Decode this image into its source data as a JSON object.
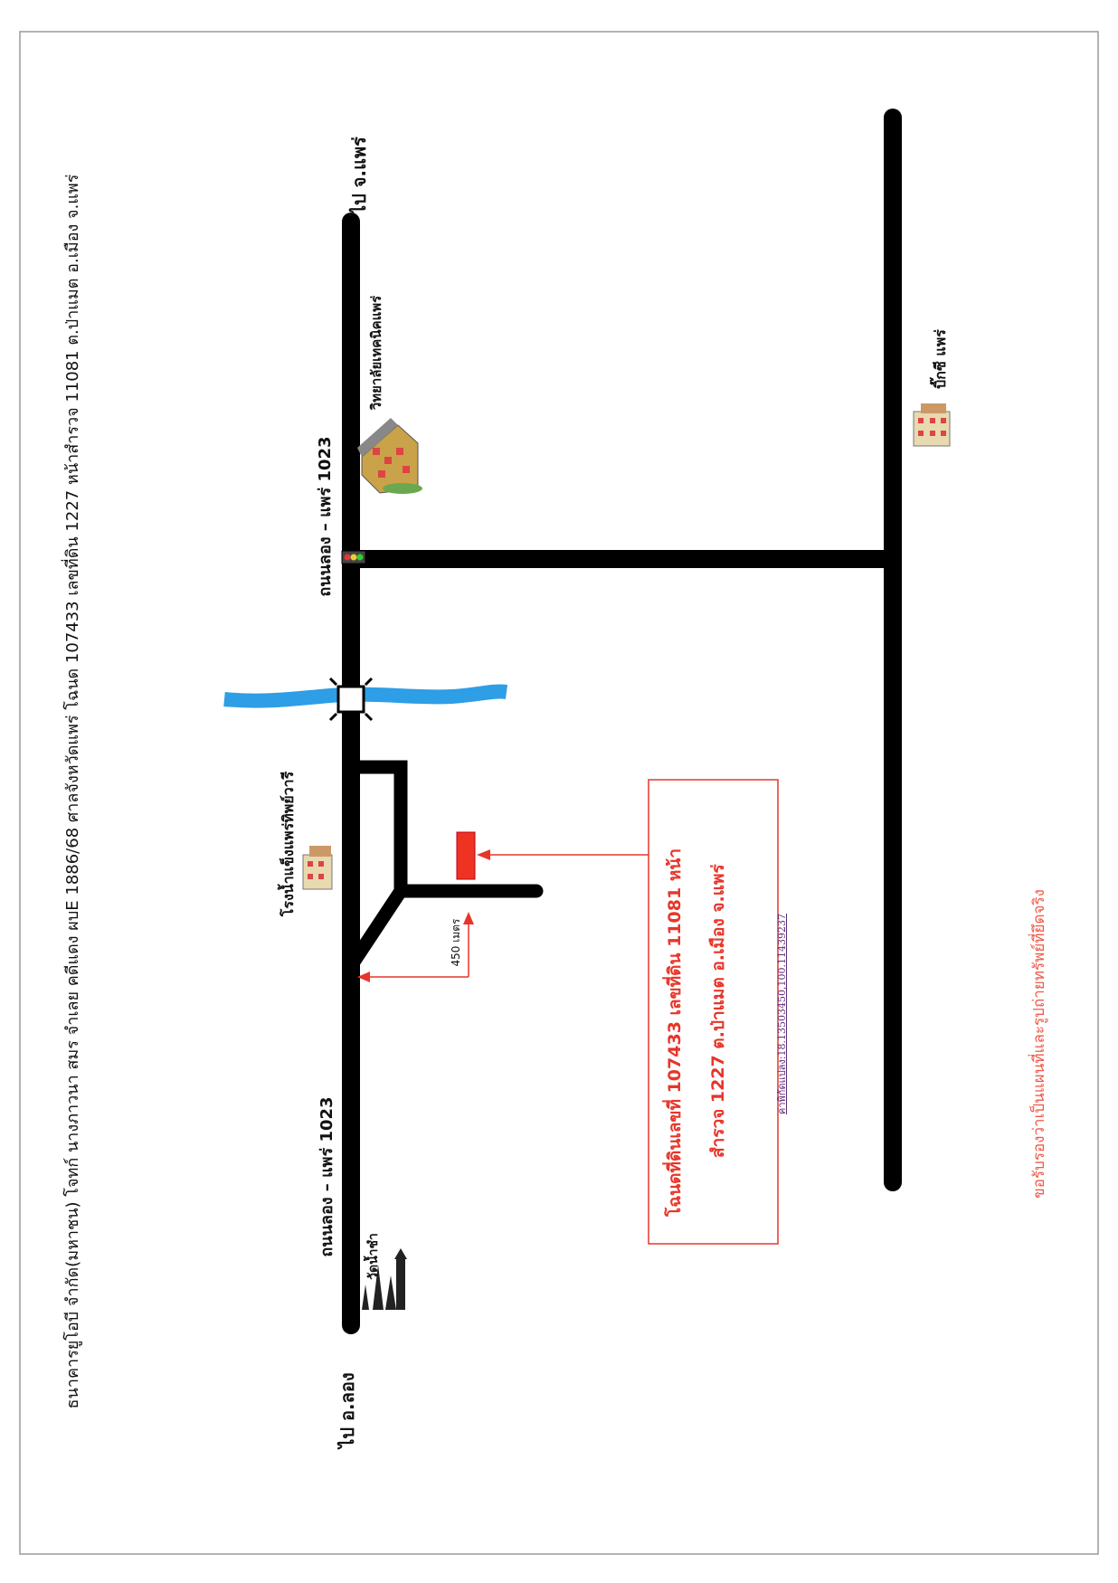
{
  "header": "ธนาคารยูโอบี จำกัด(มหาชน) โจทก์ นางภาวนา สมร จำเลย  คดีแดง ผบE 1886/68 ศาลจังหวัดแพร่  โฉนด 107433  เลขที่ดิน 1227  หน้าสำรวจ 11081 ต.ป่าแมต  อ.เมือง  จ.แพร่",
  "roads": {
    "to_phrae": "ไป จ.แพร่",
    "to_long": "ไป อ.ลอง",
    "main_road_upper": "ถนนลอง – แพร่ 1023",
    "main_road_lower": "ถนนลอง – แพร่ 1023"
  },
  "landmarks": {
    "college": "วิทยาลัยเทคนิคแพร่",
    "ice_factory": "โรงน้ำแข็งแพร่ทิพย์วารี",
    "bigc": "บิ๊กซี แพร่",
    "temple": "วัดน้ำชำ"
  },
  "distance_label": "450 เมตร",
  "deed_box": {
    "line1": "โฉนดที่ดินเลขที่ 107433 เลขที่ดิน 11081  หน้า",
    "line2": "สำรวจ 1227 ต.ป่าแมต  อ.เมือง จ.แพร่",
    "coords": "ค่าพิกัดแปลง:18.13503450,100.11439237"
  },
  "disclaimer": "ขอรับรองว่าเป็นแผนที่และรูปถ่ายทรัพย์ที่ยึดจริง",
  "colors": {
    "road": "#000000",
    "river": "#2e9ee6",
    "marker": "#ee3322",
    "annotation": "#e8352a",
    "border": "#888888"
  }
}
